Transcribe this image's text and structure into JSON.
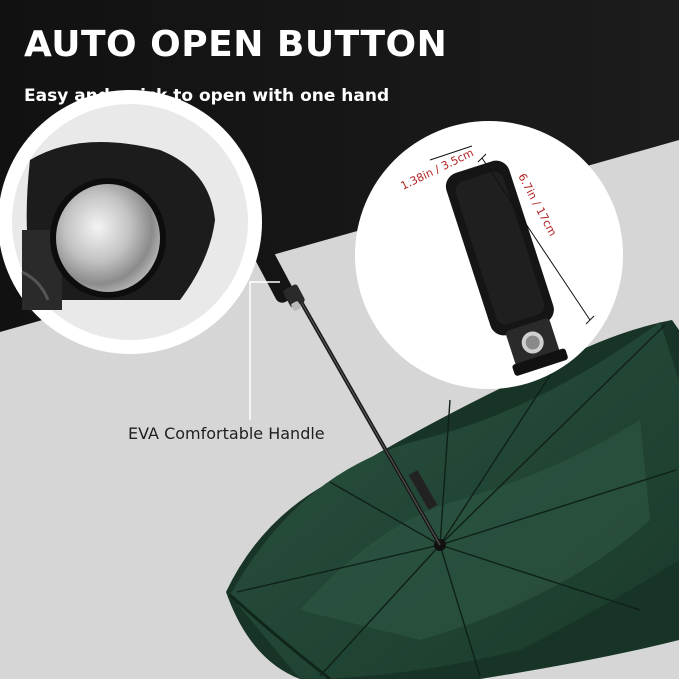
{
  "header": {
    "title": "AUTO OPEN BUTTON",
    "subtitle": "Easy and quick to open with one hand"
  },
  "callouts": {
    "handle_label": "EVA Comfortable Handle"
  },
  "dimensions": {
    "diameter": "1.38in / 3.5cm",
    "length": "6.7in / 17cm"
  },
  "colors": {
    "dark_band": "#141414",
    "light_band": "#d6d6d6",
    "canopy": "#1f4230",
    "dimension_text": "#b11f1f"
  },
  "product": {
    "icons": [
      "auto-open-button-closeup",
      "umbrella-handle-closeup",
      "open-umbrella"
    ]
  }
}
